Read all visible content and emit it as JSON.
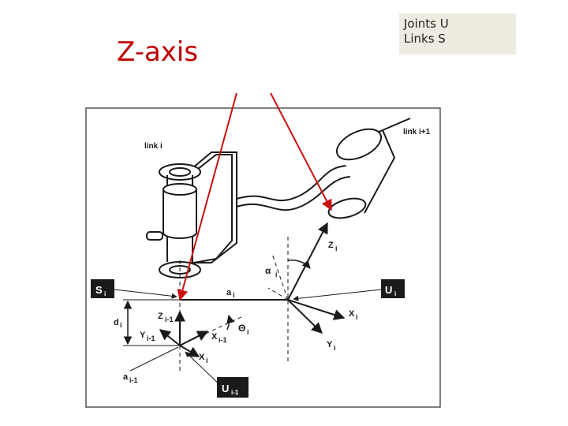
{
  "slide": {
    "title": "Z-axis",
    "legend": {
      "line1": "Joints U",
      "line2": "Links S"
    }
  },
  "diagram": {
    "link_i": "link i",
    "link_i1": "link i+1",
    "alpha": "α",
    "alpha_sub": "i",
    "a_main": "a",
    "a_sub": "i",
    "d_main": "d",
    "d_sub": "i",
    "theta": "Θ",
    "theta_sub": "i",
    "z_i": "Z",
    "z_i_sub": "i",
    "z_im1": "Z",
    "z_im1_sub": "i-1",
    "y_im1": "Y",
    "y_im1_sub": "i-1",
    "x_im1": "X",
    "x_im1_sub": "i-1",
    "x_i_low": "X",
    "x_i_low_sub": "i",
    "x_i": "X",
    "x_i_sub": "i",
    "y_i": "Y",
    "y_i_sub": "i",
    "a_im1": "a",
    "a_im1_sub": "i-1",
    "box_s": "S",
    "box_s_sub": "i",
    "box_u": "U",
    "box_u_sub": "i",
    "box_u_im1": "U",
    "box_u_im1_sub": "i-1"
  },
  "colors": {
    "pointer": "#cc1111",
    "title": "#c00000",
    "legend_bg": "#eeece1",
    "line": "#1a1a1a"
  }
}
